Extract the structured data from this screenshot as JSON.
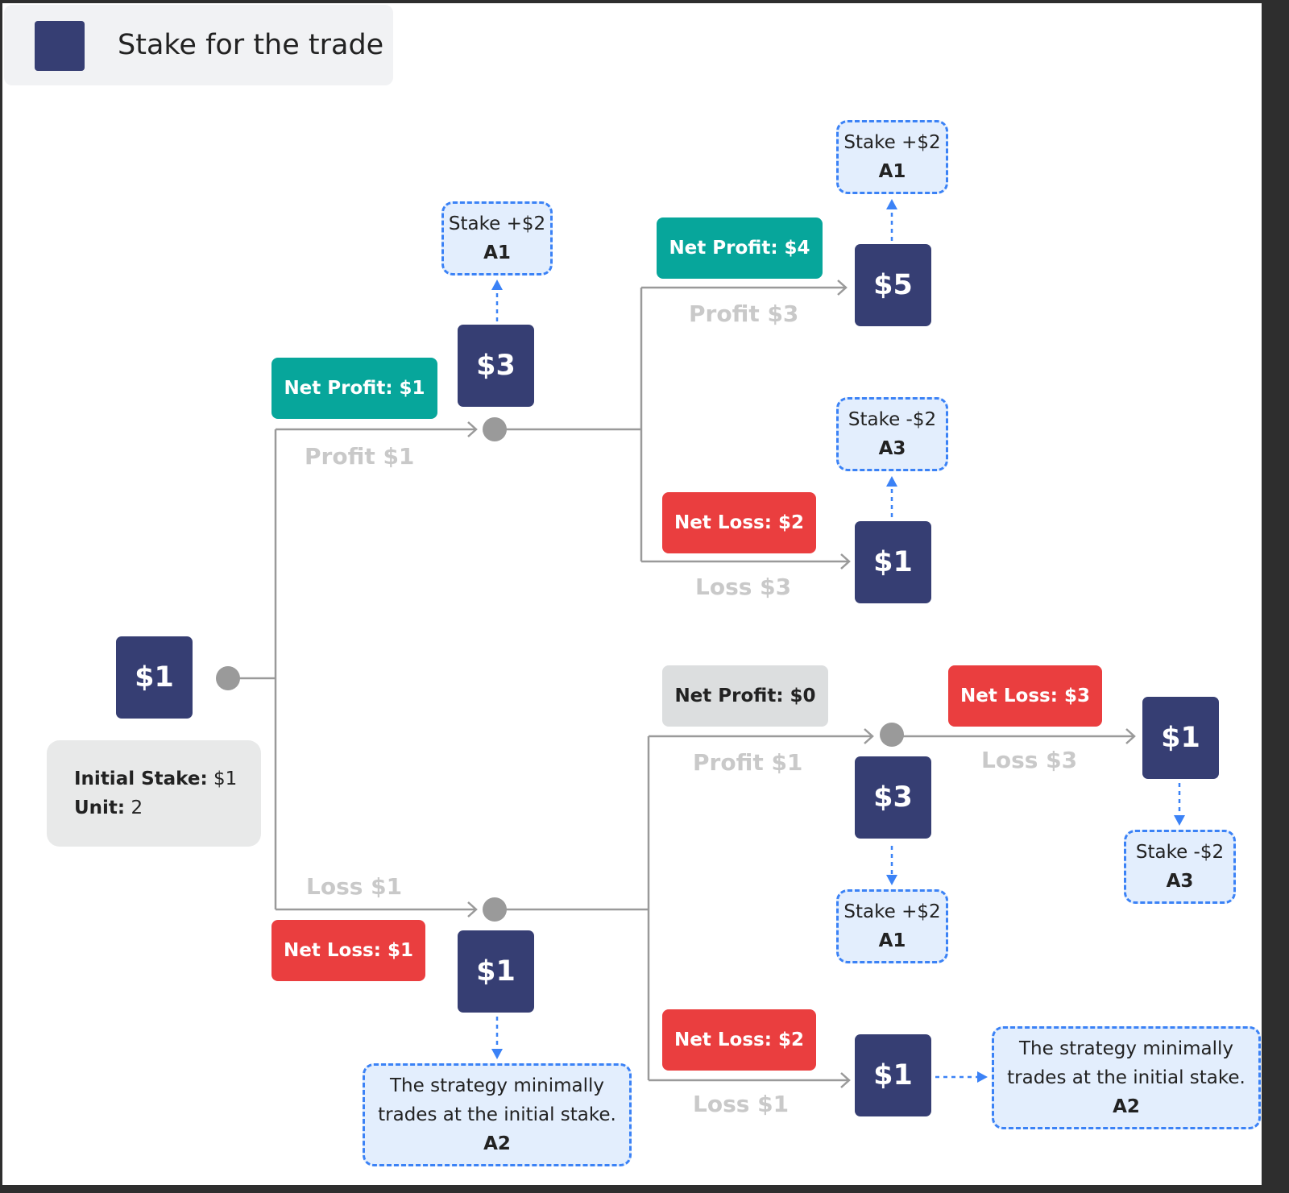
{
  "legend": {
    "swatch_color": "#363e73",
    "label": "Stake for the trade"
  },
  "info_box": {
    "initial_stake_label": "Initial Stake:",
    "initial_stake_value": "$1",
    "unit_label": "Unit:",
    "unit_value": "2"
  },
  "colors": {
    "stake_box": "#363e73",
    "net_profit": "#07a69b",
    "net_loss": "#ea3e3f",
    "net_neutral": "#dcdedf",
    "connector": "#9a9a9a",
    "note_border": "#3b82f6",
    "note_fill": "#e3eefd",
    "edge_label": "#c9c9c9"
  },
  "nodes": {
    "root": {
      "stake": "$1"
    },
    "p1": {
      "stake": "$3",
      "edge_label": "Profit $1",
      "net": "Net Profit: $1",
      "note_line1": "Stake +$2",
      "note_code": "A1"
    },
    "p1p": {
      "stake": "$5",
      "edge_label": "Profit $3",
      "net": "Net Profit: $4",
      "note_line1": "Stake +$2",
      "note_code": "A1"
    },
    "p1l": {
      "stake": "$1",
      "edge_label": "Loss $3",
      "net": "Net Loss: $2",
      "note_line1": "Stake -$2",
      "note_code": "A3"
    },
    "l1": {
      "stake": "$1",
      "edge_label": "Loss $1",
      "net": "Net Loss: $1",
      "note_line1": "The strategy minimally",
      "note_line2": "trades at the initial stake.",
      "note_code": "A2"
    },
    "l1p": {
      "stake": "$3",
      "edge_label": "Profit $1",
      "net": "Net Profit: $0",
      "note_line1": "Stake +$2",
      "note_code": "A1"
    },
    "l1pl": {
      "stake": "$1",
      "edge_label": "Loss $3",
      "net": "Net Loss: $3",
      "note_line1": "Stake -$2",
      "note_code": "A3"
    },
    "l1l": {
      "stake": "$1",
      "edge_label": "Loss $1",
      "net": "Net Loss: $2",
      "note_line1": "The strategy minimally",
      "note_line2": "trades at the initial stake.",
      "note_code": "A2"
    }
  }
}
